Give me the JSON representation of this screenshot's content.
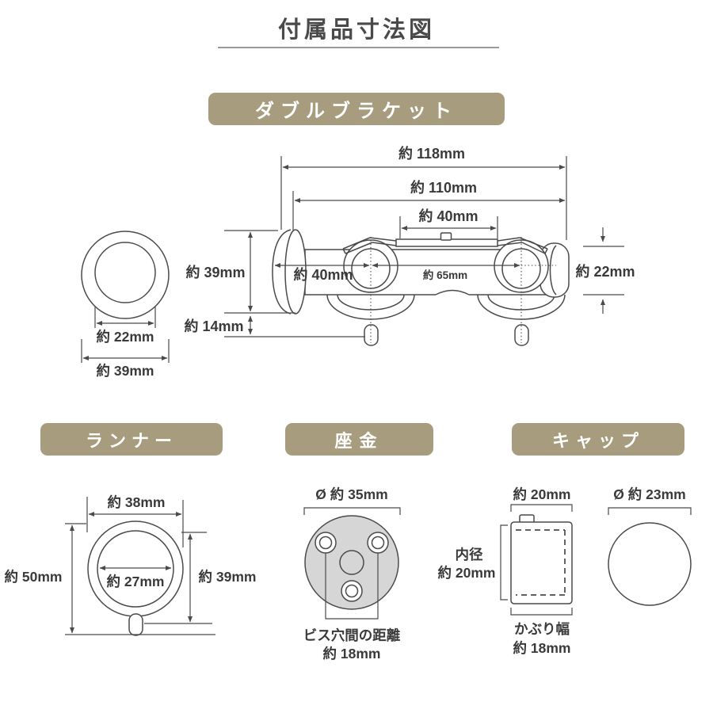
{
  "title": "付属品寸法図",
  "colors": {
    "accent": "#a89c7e",
    "line": "#4a4a4a",
    "text": "#3a3a3a",
    "washer_fill": "#d6d6d6",
    "background": "#ffffff"
  },
  "bracket": {
    "badge": "ダブルブラケット",
    "dim_total_width": "約 118mm",
    "dim_body_width": "約 110mm",
    "dim_top_span": "約 40mm",
    "dim_plate_height": "約 39mm",
    "dim_plate_offset": "約 14mm",
    "dim_wall_to_center": "約 40mm",
    "dim_center_to_center": "約 65mm",
    "dim_pocket_height": "約 22mm",
    "front_inner_diameter": "約 22mm",
    "front_outer_diameter": "約 39mm"
  },
  "runner": {
    "badge": "ランナー",
    "dim_outer_width": "約 38mm",
    "dim_total_height": "約 50mm",
    "dim_inner_diameter": "約 27mm",
    "dim_ring_height": "約 39mm"
  },
  "washer": {
    "badge": "座金",
    "dim_diameter": "Ø 約 35mm",
    "screw_distance_label": "ビス穴間の距離",
    "screw_distance_value": "約 18mm"
  },
  "cap": {
    "badge": "キャップ",
    "dim_outer_width": "約 20mm",
    "inner_diameter_label": "内径",
    "inner_diameter_value": "約 20mm",
    "cover_width_label": "かぶり幅",
    "cover_width_value": "約 18mm",
    "dim_diameter": "Ø 約 23mm"
  }
}
